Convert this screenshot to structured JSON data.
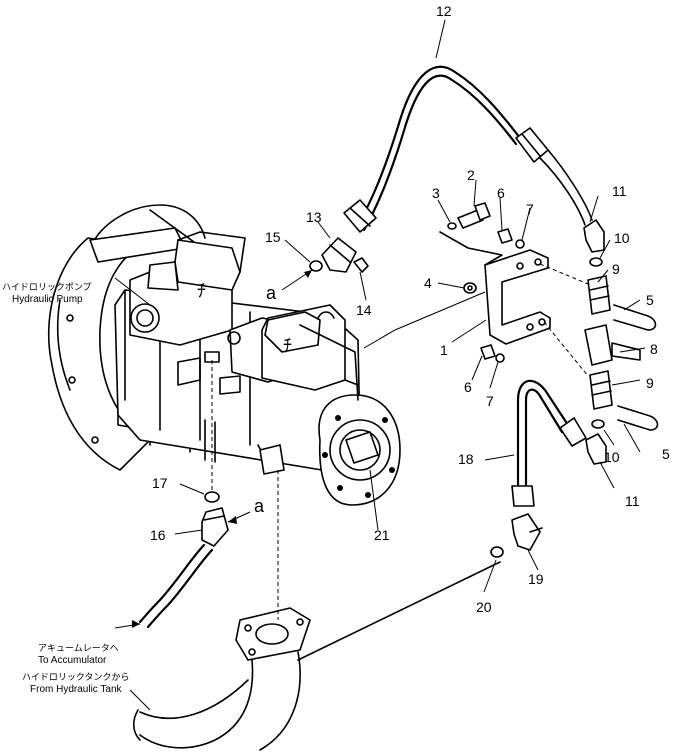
{
  "callouts": {
    "n1": "1",
    "n2": "2",
    "n3": "3",
    "n4": "4",
    "n5a": "5",
    "n5b": "5",
    "n6a": "6",
    "n6b": "6",
    "n7a": "7",
    "n7b": "7",
    "n8": "8",
    "n9a": "9",
    "n9b": "9",
    "n10a": "10",
    "n10b": "10",
    "n11a": "11",
    "n11b": "11",
    "n12": "12",
    "n13": "13",
    "n14": "14",
    "n15": "15",
    "n16": "16",
    "n17": "17",
    "n18": "18",
    "n19": "19",
    "n20": "20",
    "n21": "21"
  },
  "connection_marks": {
    "a_top": "a",
    "a_bottom": "a"
  },
  "labels": {
    "pump_jp": "ハイドロリックポンプ",
    "pump_en": "Hydraulic Pump",
    "accumulator_jp": "アキュームレータへ",
    "accumulator_en": "To Accumulator",
    "tank_jp": "ハイドロリックタンクから",
    "tank_en": "From Hydraulic Tank"
  }
}
